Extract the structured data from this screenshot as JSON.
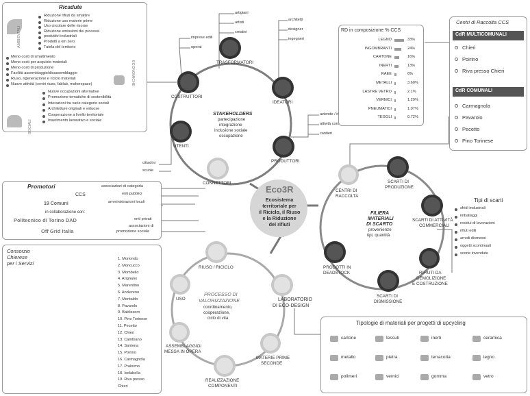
{
  "ricadute": {
    "title": "Ricadute",
    "ambientali_label": "AMBIENTALI",
    "economiche_label": "ECONOMICHE",
    "sociali_label": "SOCIALI",
    "ambientali": [
      "Riduzione rifiuti da smaltire",
      "Riduzione uso materie prime",
      "Uso circolare delle risorse",
      "Riduzione emissioni dei processi",
      "produttivi industriali",
      "Prodotti a km zero",
      "Tutela del territorio"
    ],
    "economiche": [
      "Meno costi di smaltimento",
      "Meno costi per acquisto materiali",
      "Meno costi di produzione",
      "Facilità assemblaggio/disassemblaggio",
      "Riuso, rigenerazione e riciclo materiali",
      "Nuove attività (centri riuso, fablab, makerspace)"
    ],
    "sociali": [
      "Nuove occupazioni alternative",
      "Promozione tematiche di sostenibilità",
      "Interazioni tra varie categorie sociali",
      "Architetture originali e virtuose",
      "Cooperazione a livello territoriale",
      "Inserimento lavorativo e sociale"
    ]
  },
  "promotori": {
    "title": "Promotori",
    "items": [
      "CCS",
      "19 Comuni",
      "in collaborazione con:",
      "Politecnico di Torino DAD",
      "Off Grid Italia"
    ]
  },
  "consorzio": {
    "title": [
      "Consorzio",
      "Chierese",
      "per i Servizi"
    ],
    "comuni": [
      "1. Moriondo",
      "2. Moncucco",
      "3. Mombello",
      "4. Arignano",
      "5. Marentino",
      "6. Andezeno",
      "7. Montaldo",
      "8. Pavarolo",
      "9. Baldissero",
      "10. Pino Torinese",
      "11. Pecetto",
      "12. Chieri",
      "13. Cambiano",
      "14. Santena",
      "15. Poirino",
      "16. Carmagnola",
      "17. Pralormo",
      "18. Isolabella",
      "19. Riva presso",
      "Chieri"
    ]
  },
  "stakeholders": {
    "title": "STAKEHOLDERS",
    "lines": [
      "partecipazione",
      "integrazione",
      "inclusione sociale",
      "occupazione"
    ]
  },
  "nodes": {
    "trasformatori": "TRASFORMATORI",
    "costruttori": "COSTRUTTORI",
    "ideatori": "IDEATORI",
    "utenti": "UTENTI",
    "produttori": "PRODUTTORI",
    "connettori": "CONNETTORI",
    "centri": [
      "CENTRI DI",
      "RACCOLTA"
    ],
    "scarti_produzione": [
      "SCARTI DI",
      "PRODUZIONE"
    ],
    "scarti_attivita": [
      "SCARTI DI ATTIVITÀ",
      "COMMERCIALI"
    ],
    "rifiuti_demolizione": [
      "RIFIUTI DA",
      "DEMOLIZIONE",
      "E COSTRUZIONE"
    ],
    "scarti_dismissione": [
      "SCARTI DI",
      "DISMISSIONE"
    ],
    "deadstock": [
      "PRODOTTI IN",
      "DEADSTOCK"
    ],
    "riuso": "RIUSO / RICICLO",
    "uso": "USO",
    "assemblaggio": [
      "ASSEMBLAGGIO/",
      "MESSA IN OPERA"
    ],
    "realizzazione": [
      "REALIZZAZIONE",
      "COMPONENTI"
    ],
    "materie": [
      "MATERIE PRIME",
      "SECONDE"
    ],
    "laboratorio": [
      "LABORATORIO",
      "DI ECO-DESIGN"
    ]
  },
  "trasformatori_items": [
    "artigiani",
    "artisti",
    "creativi"
  ],
  "costruttori_items": [
    "imprese edili",
    "operai"
  ],
  "ideatori_items": [
    "architetti",
    "designer",
    "ingegneri"
  ],
  "produttori_items": [
    "aziende / industrie",
    "attività commerciali / negozi",
    "cantieri"
  ],
  "utenti_items": [
    "cittadini",
    "scuole"
  ],
  "connettori_items": [
    "associazioni di categoria",
    "enti pubblici",
    "amministrazioni locali",
    "enti privati",
    "associazioni di",
    "promozione sociale"
  ],
  "center": {
    "logo": "Eco3R",
    "lines": [
      "Ecosistema",
      "territoriale per",
      "il Riciclo, il Riuso",
      "e la Riduzione",
      "dei rifiuti"
    ]
  },
  "filiera": {
    "title": [
      "FILIERA",
      "MATERIALI",
      "DI SCARTO"
    ],
    "lines": [
      "provenienze",
      "tipi, quantità"
    ]
  },
  "processo": {
    "title": [
      "PROCESSO DI",
      "VALORIZZAZIONE"
    ],
    "lines": [
      "coordinamento,",
      "cooperazione,",
      "ciclo di vita"
    ]
  },
  "rd": {
    "title": "RD in composizione % CCS",
    "rows": [
      {
        "label": "LEGNO",
        "pct": "33%",
        "value": 33
      },
      {
        "label": "INGOMBRANTI",
        "pct": "24%",
        "value": 24
      },
      {
        "label": "CARTONE",
        "pct": "16%",
        "value": 16
      },
      {
        "label": "INERTI",
        "pct": "13%",
        "value": 13
      },
      {
        "label": "RAEE",
        "pct": "6%",
        "value": 6
      },
      {
        "label": "METALLI",
        "pct": "3.60%",
        "value": 3.6
      },
      {
        "label": "LASTRE VETRO",
        "pct": "2.1%",
        "value": 2.1
      },
      {
        "label": "VERNICI",
        "pct": "1.29%",
        "value": 1.29
      },
      {
        "label": "PNEUMATICI",
        "pct": "1.07%",
        "value": 1.07
      },
      {
        "label": "TEGOLI",
        "pct": "0.72%",
        "value": 0.72
      }
    ]
  },
  "centri": {
    "title": "Centri di Raccolta CCS",
    "multi_title": "CdR MULTICOMUNALI",
    "multi": [
      "Chieri",
      "Poirino",
      "Riva presso Chieri"
    ],
    "comunali_title": "CdR COMUNALI",
    "comunali": [
      "Carmagnola",
      "Pavarolo",
      "Pecetto",
      "Pino Torinese"
    ]
  },
  "scarti": {
    "title": "Tipi di scarti",
    "items": [
      "sfridi industriali",
      "imballaggi",
      "residui di lavorazioni",
      "rifiuti edili",
      "arredi dismessi",
      "oggetti scontinuati",
      "scorte invendute"
    ]
  },
  "materiali": {
    "title": "Tipologie di materiali per progetti di upcycling",
    "rows": [
      [
        "cartone",
        "tessuti",
        "inerti",
        "ceramica"
      ],
      [
        "metallo",
        "pietra",
        "terracotta",
        "legno"
      ],
      [
        "polimeri",
        "vernici",
        "gomma",
        "vetro"
      ]
    ]
  }
}
